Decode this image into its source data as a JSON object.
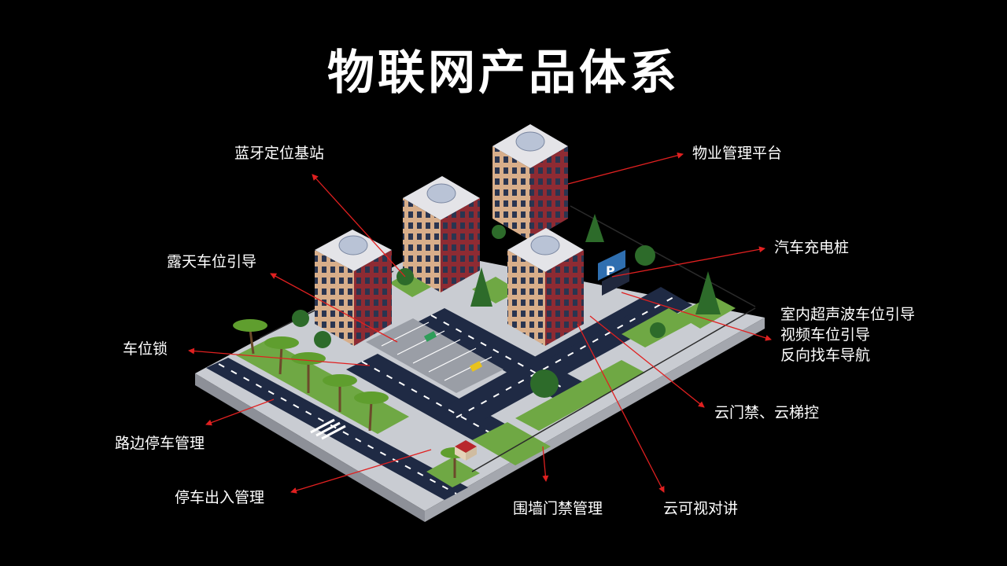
{
  "title": "物联网产品体系",
  "labels": {
    "bluetooth_beacon": "蓝牙定位基站",
    "property_platform": "物业管理平台",
    "outdoor_guidance": "露天车位引导",
    "ev_charger": "汽车充电桩",
    "indoor_guidance": [
      "室内超声波车位引导",
      "视频车位引导",
      "反向找车导航"
    ],
    "parking_lock": "车位锁",
    "cloud_access": "云门禁、云梯控",
    "roadside_parking": "路边停车管理",
    "parking_entry": "停车出入管理",
    "fence_access": "围墙门禁管理",
    "cloud_intercom": "云可视对讲"
  },
  "colors": {
    "background": "#000000",
    "text": "#ffffff",
    "arrow": "#e02020",
    "road": "#1f2a44",
    "grass": "#6fa844",
    "building_front": "#8e2b33",
    "building_side": "#d8ae8a",
    "platform": "#c9ccd2"
  },
  "icons": [
    "parking-sign-icon"
  ]
}
